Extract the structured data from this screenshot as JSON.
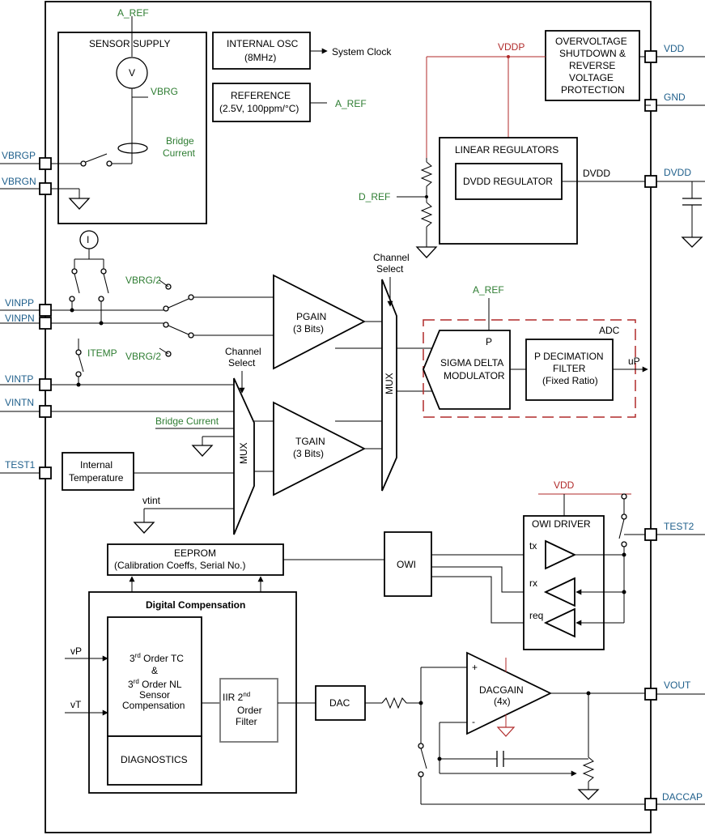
{
  "pins": {
    "vbrgp": "VBRGP",
    "vbrgn": "VBRGN",
    "vinpp": "VINPP",
    "vinpn": "VINPN",
    "vintp": "VINTP",
    "vintn": "VINTN",
    "test1": "TEST1",
    "vdd": "VDD",
    "gnd": "GND",
    "dvdd": "DVDD",
    "test2": "TEST2",
    "vout": "VOUT",
    "daccap": "DACCAP"
  },
  "sensor_supply": {
    "title": "SENSOR  SUPPLY",
    "a_ref": "A_REF",
    "v": "V",
    "vbrg": "VBRG",
    "bridge_line1": "Bridge",
    "bridge_line2": "Current"
  },
  "osc": {
    "line1": "INTERNAL OSC",
    "line2": "(8MHz)",
    "out": "System Clock"
  },
  "reference": {
    "line1": "REFERENCE",
    "line2": "(2.5V, 100ppm/°C)",
    "out": "A_REF"
  },
  "ovp": {
    "line1": "OVERVOLTAGE",
    "line2": "SHUTDOWN &",
    "line3": "REVERSE",
    "line4": "VOLTAGE",
    "line5": "PROTECTION"
  },
  "vddp": "VDDP",
  "regulators": {
    "title": "LINEAR REGULATORS",
    "dvdd_reg": "DVDD REGULATOR",
    "dvdd": "DVDD",
    "d_ref": "D_REF"
  },
  "current_source": "I",
  "vbrg_half_1": "VBRG/2",
  "vbrg_half_2": "VBRG/2",
  "itemp": "ITEMP",
  "channel_select_1": {
    "line1": "Channel",
    "line2": "Select"
  },
  "channel_select_2": {
    "line1": "Channel",
    "line2": "Select"
  },
  "pgain": {
    "line1": "PGAIN",
    "line2": "(3 Bits)"
  },
  "tgain": {
    "line1": "TGAIN",
    "line2": "(3 Bits)"
  },
  "mux": "MUX",
  "adc": {
    "label": "ADC",
    "a_ref": "A_REF",
    "sd_line1": "P",
    "sd_line2": "SIGMA DELTA",
    "sd_line3": "MODULATOR",
    "dec_line1": "P DECIMATION",
    "dec_line2": "FILTER",
    "dec_line3": "(Fixed Ratio)",
    "out": "uP"
  },
  "bridge_current": "Bridge Current",
  "internal_temp": {
    "line1": "Internal",
    "line2": "Temperature"
  },
  "vtint": "vtint",
  "eeprom": {
    "line1": "EEPROM",
    "line2": "(Calibration Coeffs, Serial No.)"
  },
  "owi": "OWI",
  "owi_driver": {
    "title": "OWI DRIVER",
    "vdd": "VDD",
    "tx": "tx",
    "rx": "rx",
    "req": "req"
  },
  "digital_comp": {
    "title": "Digital Compensation",
    "vp": "vP",
    "vt": "vT",
    "tc_pre": "3",
    "tc_sup": "rd",
    "tc_post": " Order TC",
    "amp": "&",
    "nl_pre": "3",
    "nl_sup": "rd",
    "nl_post": " Order NL",
    "sensor": "Sensor",
    "compensation": "Compensation",
    "diagnostics": "DIAGNOSTICS",
    "iir_pre": "IIR 2",
    "iir_sup": "nd",
    "iir_l2": "Order",
    "iir_l3": "Filter"
  },
  "dac": "DAC",
  "dacgain": {
    "line1": "DACGAIN",
    "line2": "(4x)",
    "plus": "+",
    "minus": "-"
  }
}
